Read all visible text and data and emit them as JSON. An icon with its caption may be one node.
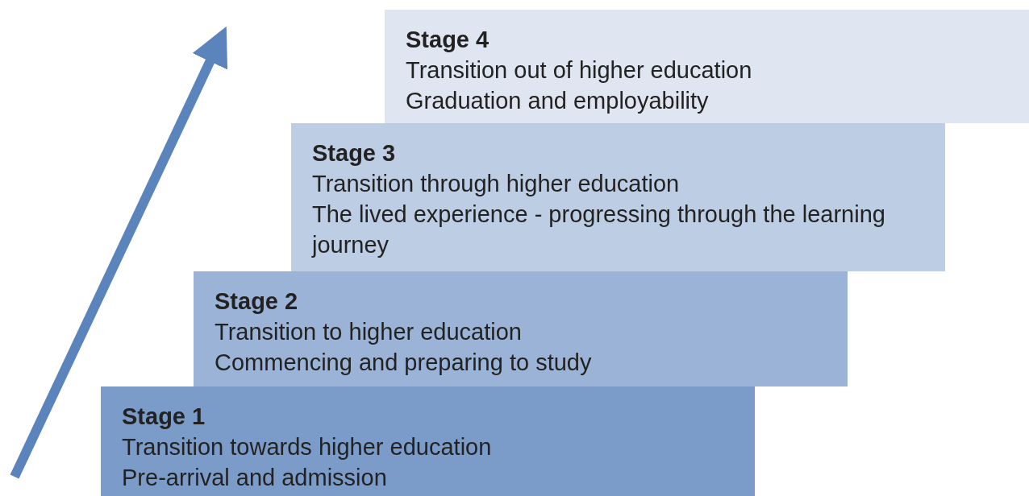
{
  "diagram": {
    "nodes": [
      {
        "text": [
          "Stage 4",
          "Transition out of higher education",
          "Graduation and employability"
        ]
      },
      {
        "text": [
          "Stage 3",
          "Transition through higher education",
          "The lived experience - progressing through the learning journey"
        ]
      },
      {
        "text": [
          "Stage 2",
          "Transition to higher education",
          "Commencing and preparing to study"
        ]
      },
      {
        "text": [
          "Stage 1",
          "Transition towards higher education",
          "Pre-arrival and admission"
        ]
      }
    ],
    "edges": []
  }
}
